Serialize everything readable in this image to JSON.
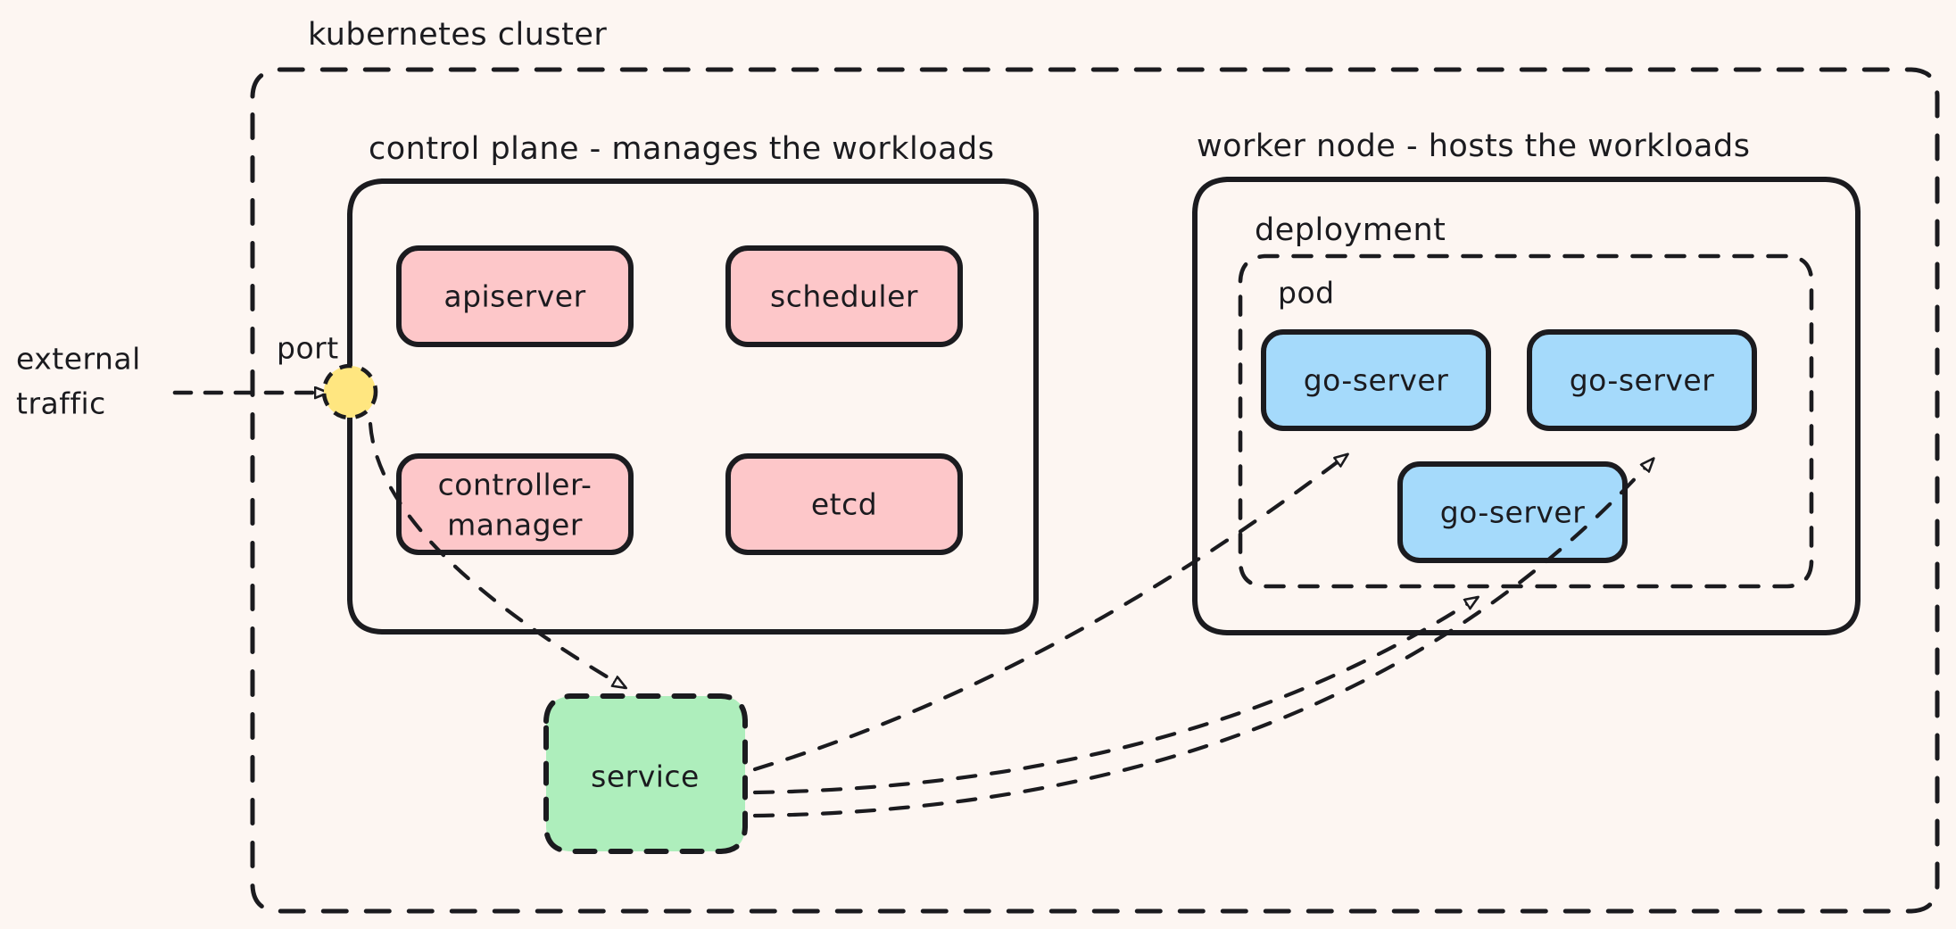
{
  "diagram": {
    "title": "kubernetes cluster",
    "background_color": "#fdf6f2",
    "stroke_color": "#1b1b1f",
    "groups": {
      "cluster_label": "kubernetes cluster",
      "control_plane_label": "control plane - manages the workloads",
      "worker_node_label": "worker node - hosts the workloads",
      "deployment_label": "deployment",
      "pod_label": "pod"
    },
    "external": {
      "line1": "external",
      "line2": "traffic",
      "port_label": "port",
      "port_color": "#ffe680"
    },
    "control_plane_nodes": [
      {
        "label": "apiserver",
        "color": "#fdc7c9"
      },
      {
        "label": "scheduler",
        "color": "#fdc7c9"
      },
      {
        "label": "controller-",
        "label2": "manager",
        "color": "#fdc7c9"
      },
      {
        "label": "etcd",
        "color": "#fdc7c9"
      }
    ],
    "worker_nodes": [
      {
        "label": "go-server",
        "color": "#a5dafb"
      },
      {
        "label": "go-server",
        "color": "#a5dafb"
      },
      {
        "label": "go-server",
        "color": "#a5dafb"
      }
    ],
    "service": {
      "label": "service",
      "color": "#aeeebc"
    },
    "colors": {
      "pink": "#fdc7c9",
      "blue": "#a5dafb",
      "green": "#aeeebc",
      "yellow": "#ffe680",
      "ink": "#1b1b1f",
      "paper": "#fdf6f2"
    }
  }
}
